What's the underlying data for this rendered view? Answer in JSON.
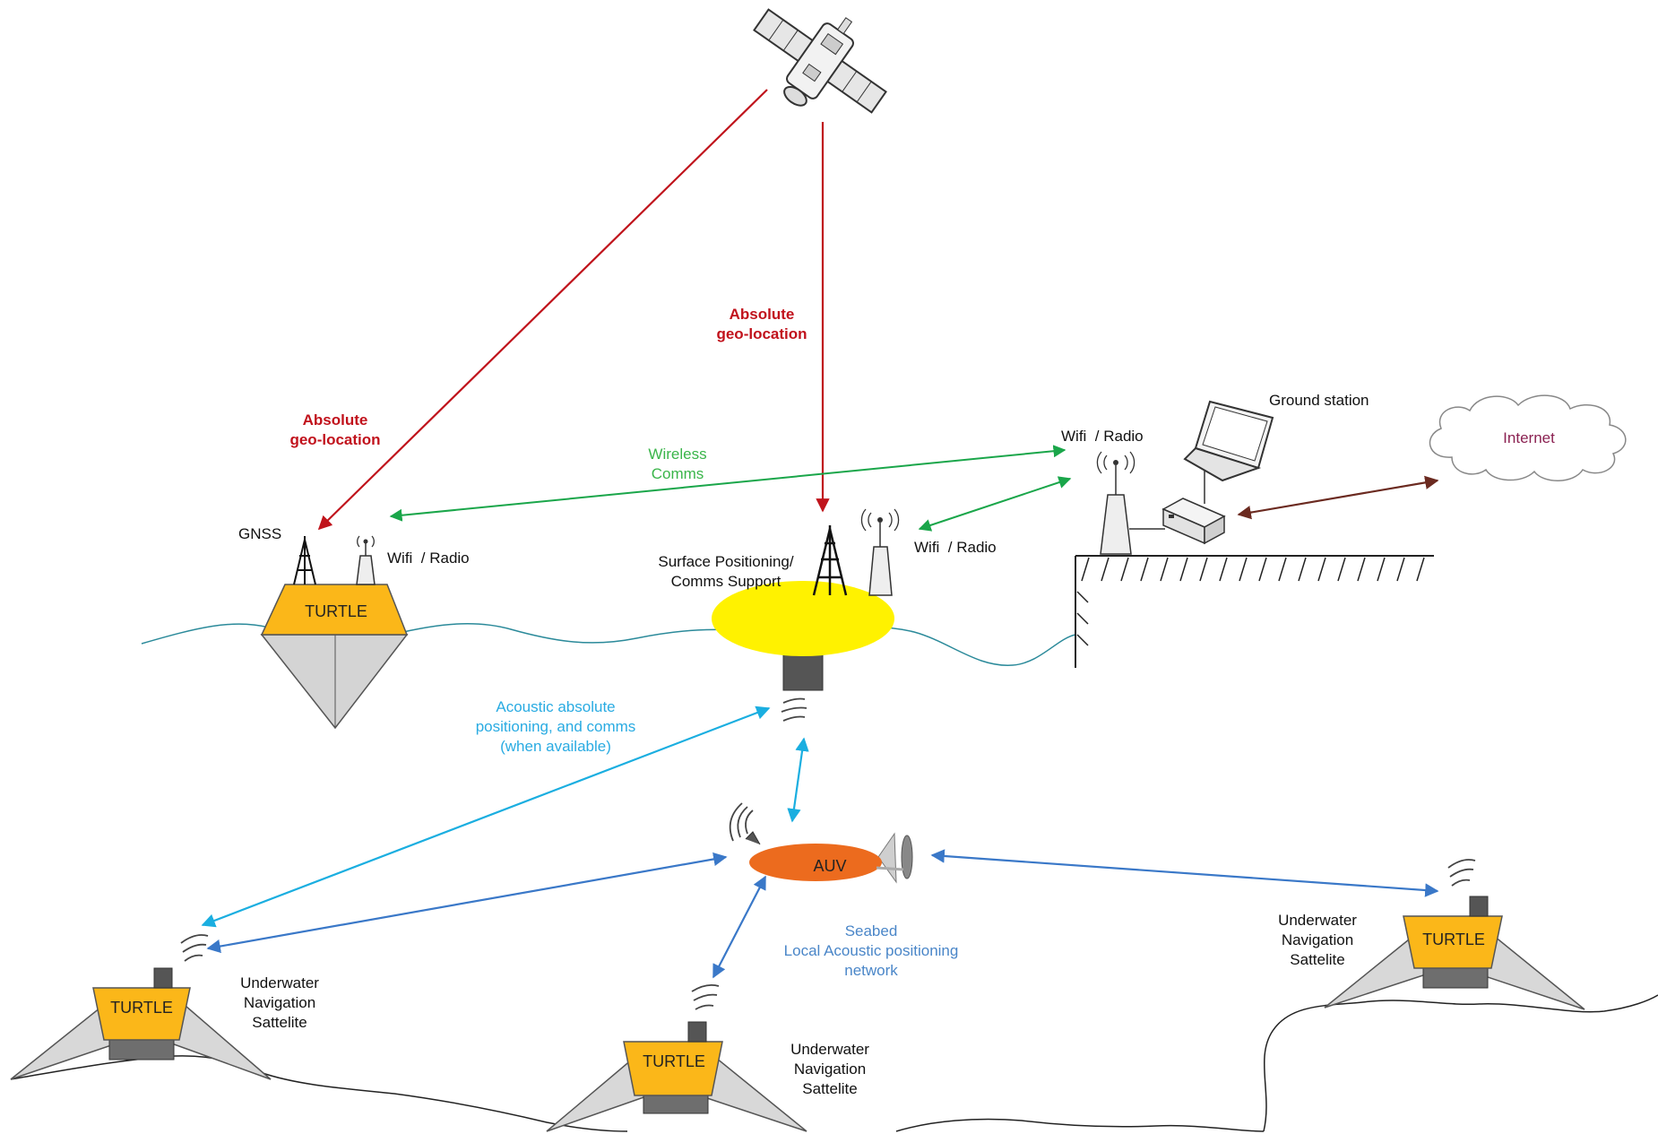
{
  "labels": {
    "abs_geo_left": [
      "Absolute",
      "geo-location"
    ],
    "abs_geo_center": [
      "Absolute",
      "geo-location"
    ],
    "wireless_comms": [
      "Wireless",
      "Comms"
    ],
    "gnss": "GNSS",
    "wifi_radio_left": "Wifi  / Radio",
    "wifi_radio_center": "Wifi  / Radio",
    "wifi_radio_shore": "Wifi  / Radio",
    "ground_station": "Ground station",
    "internet": "Internet",
    "surface_support": [
      "Surface Positioning/",
      "Comms Support"
    ],
    "turtle_surface": "TURTLE",
    "acoustic_abs": [
      "Acoustic absolute",
      "positioning, and comms",
      "(when available)"
    ],
    "auv": "AUV",
    "seabed_network": [
      "Seabed",
      "Local Acoustic positioning",
      "network"
    ],
    "turtle_left": "TURTLE",
    "turtle_center": "TURTLE",
    "turtle_right": "TURTLE",
    "uns_left": [
      "Underwater",
      "Navigation",
      "Sattelite"
    ],
    "uns_center": [
      "Underwater",
      "Navigation",
      "Sattelite"
    ],
    "uns_right": [
      "Underwater",
      "Navigation",
      "Sattelite"
    ]
  },
  "colors": {
    "geo_arrow": "#c0141c",
    "wireless_arrow": "#1aa64a",
    "acoustic_arrow": "#1aaee0",
    "seabed_arrow": "#3a78c8",
    "internet_arrow": "#6b2a20",
    "turtle_body": "#fbb719",
    "surface_buoy": "#fff200",
    "auv_body": "#ec6b1e",
    "wireless_text": "#3ab54a",
    "acoustic_text": "#29abe2",
    "seabed_text": "#4a86c8",
    "geo_text": "#c1121c",
    "internet_text": "#8b2252"
  },
  "icons": [
    "satellite-icon",
    "gnss-tower-icon",
    "wifi-antenna-icon",
    "laptop-icon",
    "router-icon",
    "cloud-icon",
    "acoustic-wave-icon",
    "auv-icon",
    "turtle-buoy-icon"
  ]
}
